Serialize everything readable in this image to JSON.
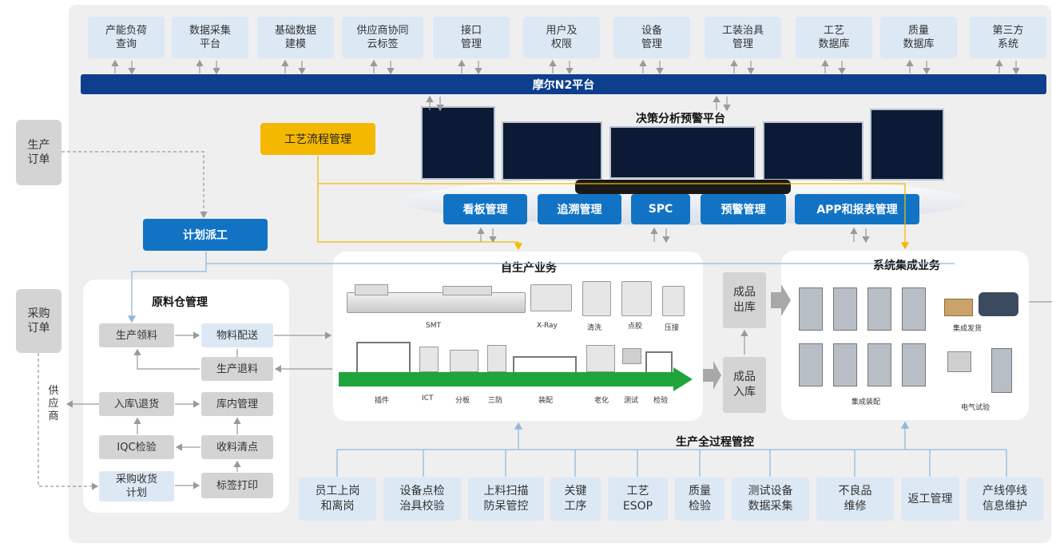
{
  "top_systems": [
    {
      "label": "产能负荷\n查询"
    },
    {
      "label": "数据采集\n平台"
    },
    {
      "label": "基础数据\n建模"
    },
    {
      "label": "供应商协同\n云标签"
    },
    {
      "label": "接口\n管理"
    },
    {
      "label": "用户及\n权限"
    },
    {
      "label": "设备\n管理"
    },
    {
      "label": "工装治具\n管理"
    },
    {
      "label": "工艺\n数据库"
    },
    {
      "label": "质量\n数据库"
    },
    {
      "label": "第三方\n系统"
    }
  ],
  "platform_bar": "摩尔N2平台",
  "decision": {
    "title": "决策分析预警平台",
    "buttons": [
      "看板管理",
      "追溯管理",
      "SPC",
      "预警管理",
      "APP和报表管理"
    ]
  },
  "left": {
    "production_order": "生产\n订单",
    "purchase_order": "采购\n订单",
    "supplier": "供应商"
  },
  "process_mgmt": "工艺流程管理",
  "plan_dispatch": "计划派工",
  "warehouse": {
    "title": "原料仓管理",
    "items": {
      "pick": "生产领料",
      "deliver": "物料配送",
      "return_material": "生产退料",
      "in_return": "入库\\退货",
      "inventory": "库内管理",
      "iqc": "IQC检验",
      "clear": "收料清点",
      "receive": "采购收货\n计划",
      "label": "标签打印"
    }
  },
  "production": {
    "title": "自生产业务",
    "row1": [
      "SMT",
      "X-Ray",
      "清洗",
      "点胶",
      "压接"
    ],
    "row2": [
      "插件",
      "ICT",
      "分板",
      "三防",
      "装配",
      "老化",
      "测试",
      "检验"
    ]
  },
  "finished": {
    "out": "成品\n出库",
    "in": "成品\n入库"
  },
  "integration": {
    "title": "系统集成业务",
    "labels": [
      "集成发货",
      "集成装配",
      "电气试验"
    ]
  },
  "process_control": {
    "title": "生产全过程管控",
    "items": [
      "员工上岗\n和离岗",
      "设备点检\n治具校验",
      "上料扫描\n防呆管控",
      "关键\n工序",
      "工艺\nESOP",
      "质量\n检验",
      "测试设备\n数据采集",
      "不良品\n维修",
      "返工管理",
      "产线停线\n信息维护"
    ]
  },
  "colors": {
    "navy": "#0e3f8c",
    "blue": "#1273c5",
    "orange": "#f5b800",
    "light_blue": "#dce8f4",
    "gray": "#d4d4d4",
    "green": "#1fa53c"
  }
}
